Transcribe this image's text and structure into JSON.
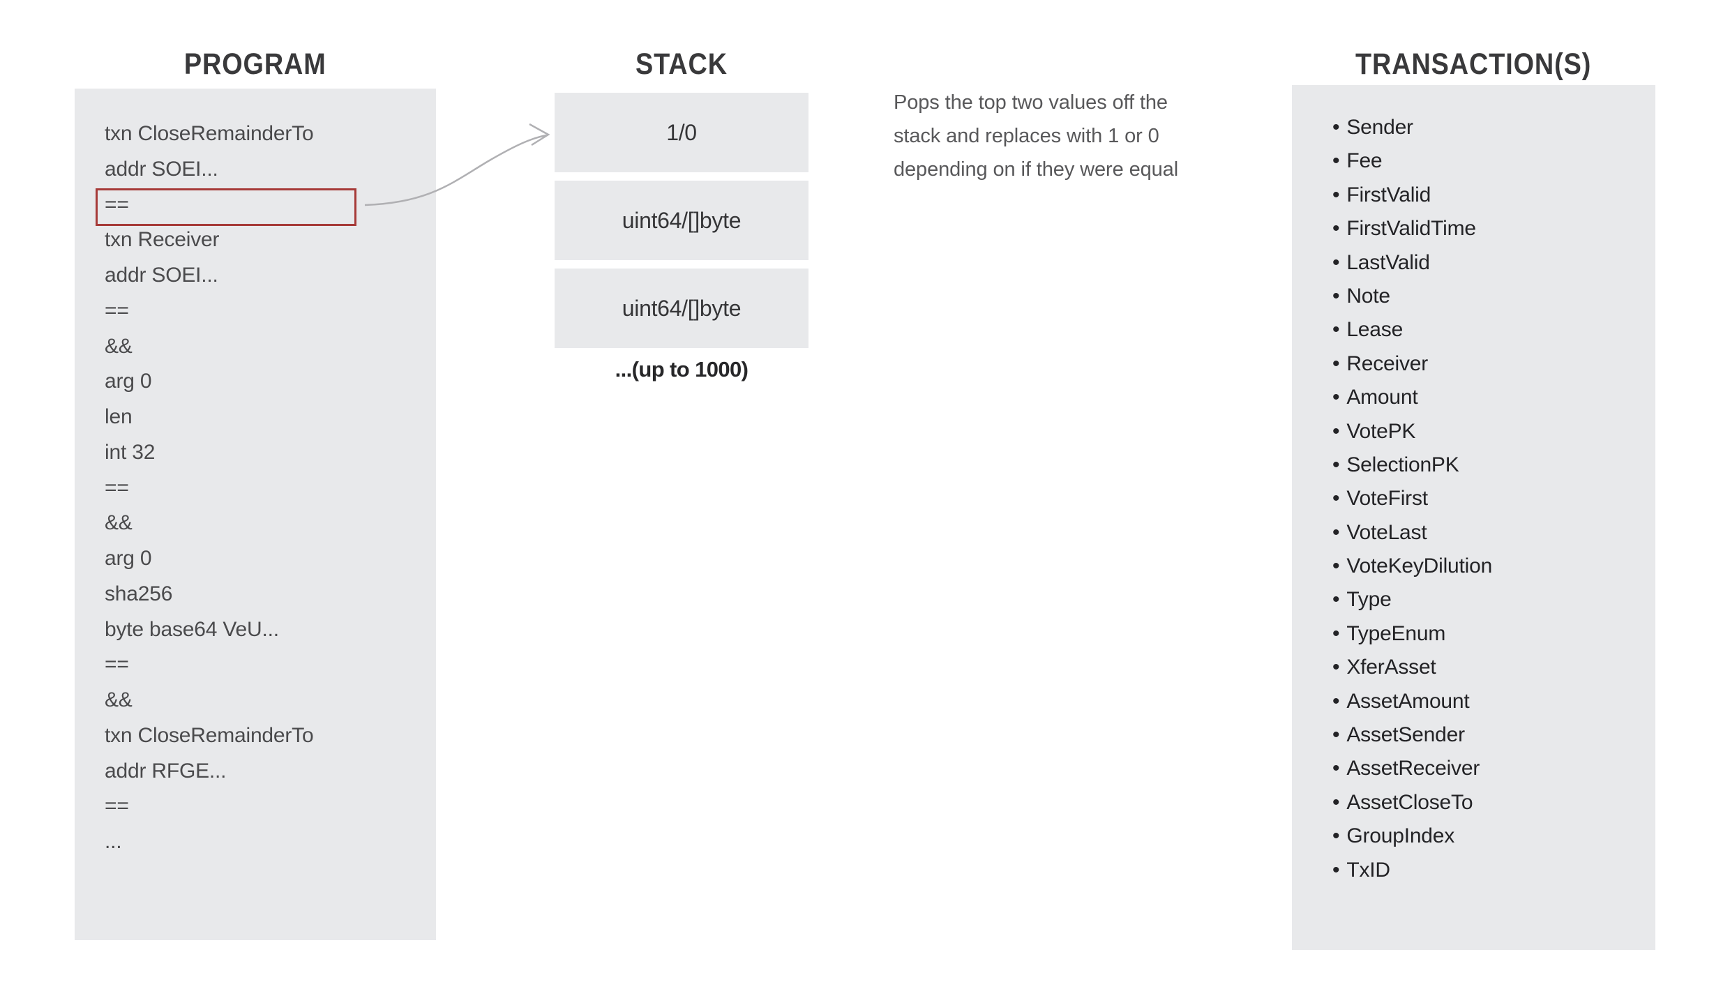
{
  "titles": {
    "program": "PROGRAM",
    "stack": "STACK",
    "transactions": "TRANSACTION(S)"
  },
  "program": {
    "highlight_index": 2,
    "lines": [
      "txn CloseRemainderTo",
      "addr SOEI...",
      "==",
      "txn Receiver",
      "addr SOEI...",
      "==",
      "&&",
      "arg 0",
      "len",
      "int 32",
      "==",
      "&&",
      "arg 0",
      "sha256",
      "byte base64 VeU...",
      "==",
      "&&",
      "txn CloseRemainderTo",
      "addr RFGE...",
      "==",
      "..."
    ]
  },
  "stack": {
    "boxes": [
      "1/0",
      "uint64/[]byte",
      "uint64/[]byte"
    ],
    "caption": "...(up to 1000)"
  },
  "description": {
    "lines": [
      "Pops the top two values off the",
      "stack and replaces with 1 or 0",
      "depending on if they were equal"
    ]
  },
  "transactions": {
    "items": [
      "Sender",
      "Fee",
      "FirstValid",
      "FirstValidTime",
      "LastValid",
      "Note",
      "Lease",
      "Receiver",
      "Amount",
      "VotePK",
      "SelectionPK",
      "VoteFirst",
      "VoteLast",
      "VoteKeyDilution",
      "Type",
      "TypeEnum",
      "XferAsset",
      "AssetAmount",
      "AssetSender",
      "AssetReceiver",
      "AssetCloseTo",
      "GroupIndex",
      "TxID"
    ]
  },
  "colors": {
    "panel_gray": "#e8e9eb",
    "highlight_red": "#a63a38",
    "arrow_gray": "#b0b0b3",
    "title_color": "#39393b",
    "program_text": "#4a4a4c",
    "desc_text": "#58585a",
    "txn_text": "#232326"
  }
}
